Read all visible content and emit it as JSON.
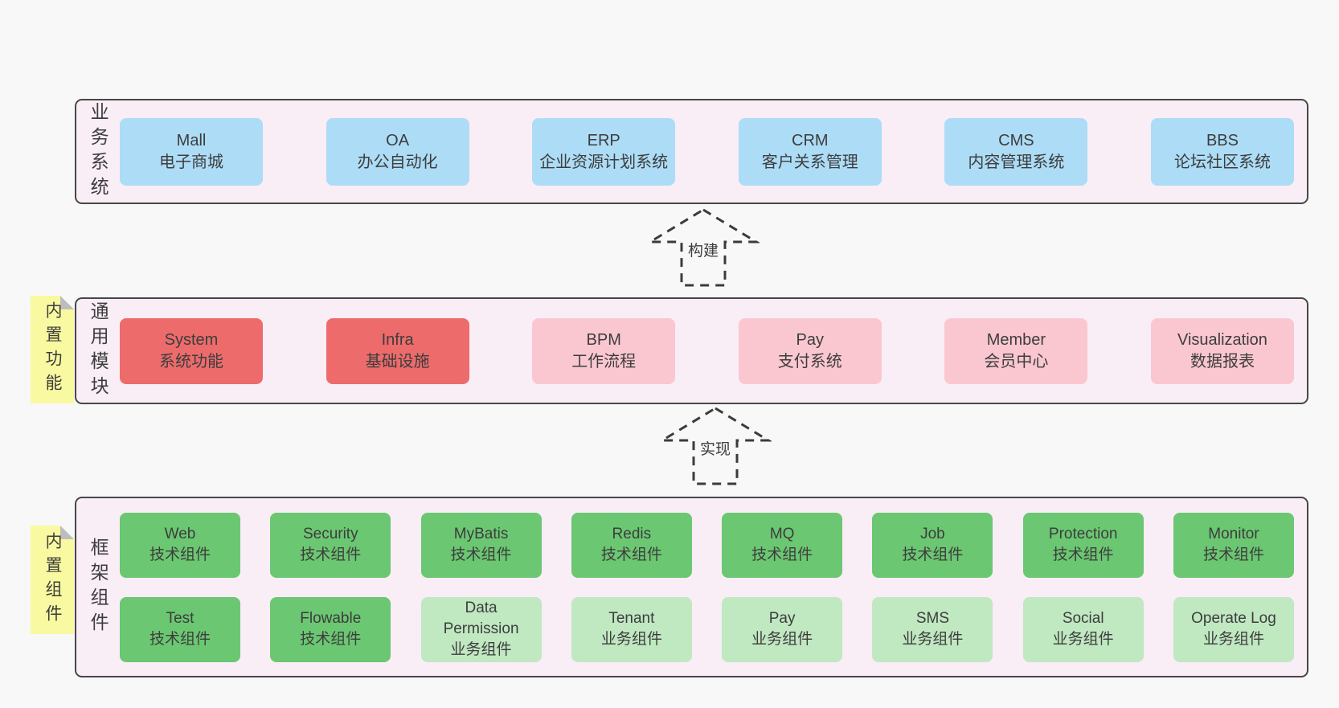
{
  "colors": {
    "page_bg": "#f8f8f8",
    "band_fill": "#f9edf6",
    "band_border": "#474747",
    "blue_box": "#addcf6",
    "red_box": "#ed6b6b",
    "pink_box": "#fac7d0",
    "green_box": "#6bc772",
    "light_green_box": "#c0e8c1",
    "sticky_yellow": "#f9f9a1",
    "sticky_fold_gray": "#bdbdbd",
    "text": "#3d3d3d",
    "arrow_stroke": "#3b3b3b"
  },
  "bands": [
    {
      "label": "业务系统",
      "rows": [
        [
          {
            "en": "Mall",
            "zh": "电子商城"
          },
          {
            "en": "OA",
            "zh": "办公自动化"
          },
          {
            "en": "ERP",
            "zh": "企业资源计划系统"
          },
          {
            "en": "CRM",
            "zh": "客户关系管理"
          },
          {
            "en": "CMS",
            "zh": "内容管理系统"
          },
          {
            "en": "BBS",
            "zh": "论坛社区系统"
          }
        ]
      ]
    },
    {
      "label": "通用模块",
      "sticky": "内置功能",
      "rows": [
        [
          {
            "en": "System",
            "zh": "系统功能"
          },
          {
            "en": "Infra",
            "zh": "基础设施"
          },
          {
            "en": "BPM",
            "zh": "工作流程"
          },
          {
            "en": "Pay",
            "zh": "支付系统"
          },
          {
            "en": "Member",
            "zh": "会员中心"
          },
          {
            "en": "Visualization",
            "zh": "数据报表"
          }
        ]
      ]
    },
    {
      "label": "框架组件",
      "sticky": "内置组件",
      "rows": [
        [
          {
            "en": "Web",
            "zh": "技术组件"
          },
          {
            "en": "Security",
            "zh": "技术组件"
          },
          {
            "en": "MyBatis",
            "zh": "技术组件"
          },
          {
            "en": "Redis",
            "zh": "技术组件"
          },
          {
            "en": "MQ",
            "zh": "技术组件"
          },
          {
            "en": "Job",
            "zh": "技术组件"
          },
          {
            "en": "Protection",
            "zh": "技术组件"
          },
          {
            "en": "Monitor",
            "zh": "技术组件"
          }
        ],
        [
          {
            "en": "Test",
            "zh": "技术组件"
          },
          {
            "en": "Flowable",
            "zh": "技术组件"
          },
          {
            "en": "Data Permission",
            "zh": "业务组件"
          },
          {
            "en": "Tenant",
            "zh": "业务组件"
          },
          {
            "en": "Pay",
            "zh": "业务组件"
          },
          {
            "en": "SMS",
            "zh": "业务组件"
          },
          {
            "en": "Social",
            "zh": "业务组件"
          },
          {
            "en": "Operate Log",
            "zh": "业务组件"
          }
        ]
      ]
    }
  ],
  "arrows": [
    {
      "label": "构建"
    },
    {
      "label": "实现"
    }
  ]
}
